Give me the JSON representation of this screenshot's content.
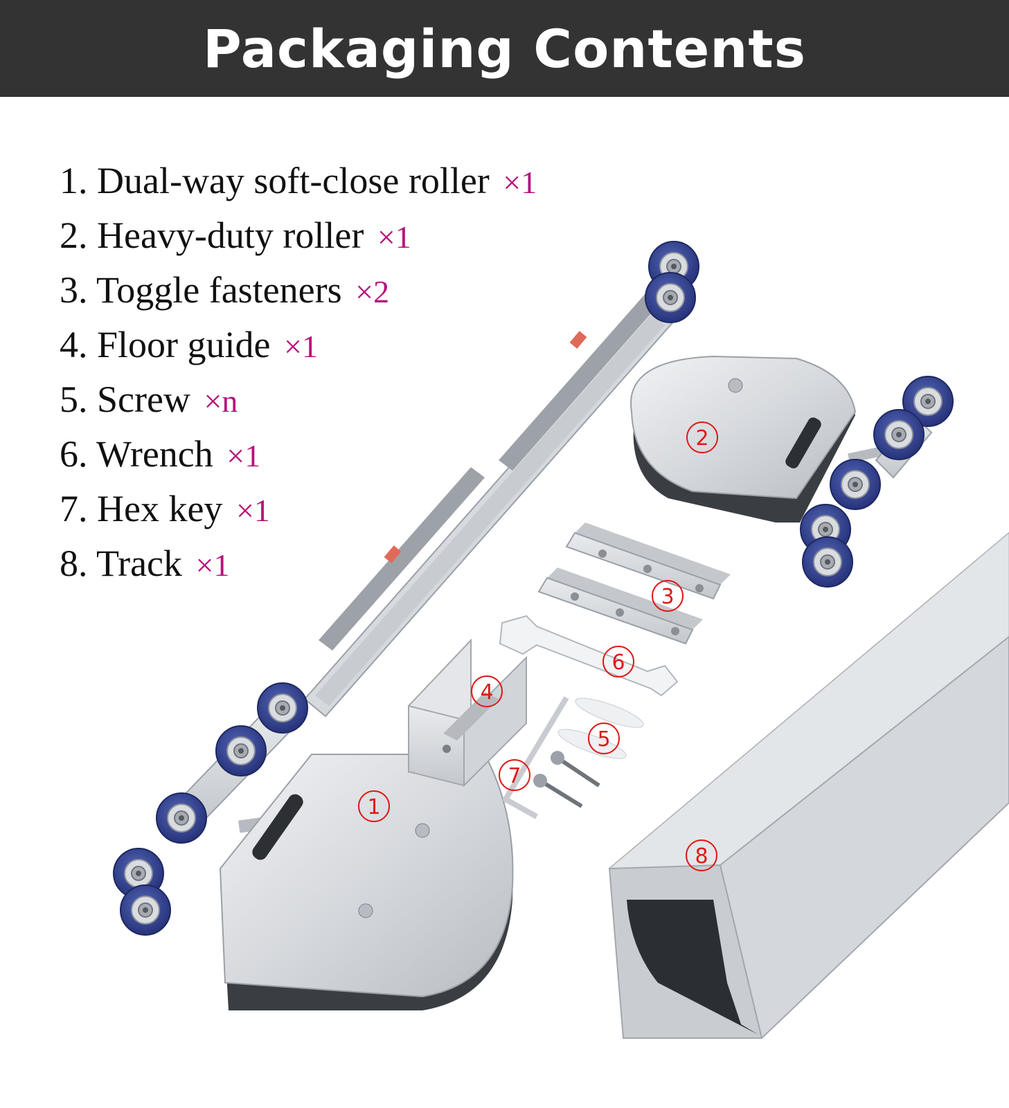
{
  "title": "Packaging Contents",
  "items": [
    {
      "label": "1. Dual-way soft-close roller",
      "qty": "×1"
    },
    {
      "label": "2. Heavy-duty roller",
      "qty": "×1"
    },
    {
      "label": "3. Toggle fasteners",
      "qty": "×2"
    },
    {
      "label": "4. Floor guide",
      "qty": "×1"
    },
    {
      "label": "5. Screw",
      "qty": "×n"
    },
    {
      "label": "6. Wrench",
      "qty": "×1"
    },
    {
      "label": "7. Hex key",
      "qty": "×1"
    },
    {
      "label": "8. Track",
      "qty": "×1"
    }
  ],
  "badges": [
    "1",
    "2",
    "3",
    "4",
    "5",
    "6",
    "7",
    "8"
  ],
  "colors": {
    "header_bg": "#333333",
    "quantity": "#b5157a",
    "badge": "#e01818",
    "roller_wheel": "#2f3f8f",
    "aluminium": "#d5d8dc"
  }
}
